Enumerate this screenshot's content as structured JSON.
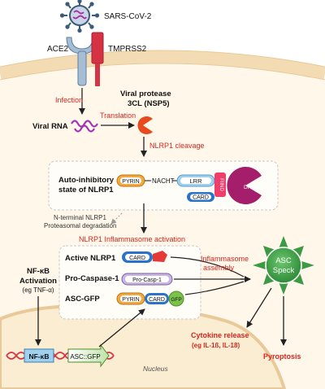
{
  "labels": {
    "virus": "SARS-CoV-2",
    "ace2": "ACE2",
    "tmprss2": "TMPRSS2",
    "infection": "Infection",
    "protease_line1": "Viral protease",
    "protease_line2": "3CL (NSP5)",
    "viral_rna": "Viral RNA",
    "translation": "Translation",
    "cleavage": "NLRP1 cleavage",
    "autoinhib_line1": "Auto-inhibitory",
    "autoinhib_line2": "state of NLRP1",
    "nterm_line1": "N-terminal NLRP1",
    "nterm_line2": "Proteasomal degradation",
    "activation": "NLRP1 Inflammasome activation",
    "nfkb_line1": "NF-κB",
    "nfkb_line2": "Activation",
    "nfkb_line3": "(eg TNF-α)",
    "active_nlrp1": "Active NLRP1",
    "pro_casp_label": "Pro-Caspase-1",
    "asc_gfp_label": "ASC-GFP",
    "inflam_line1": "Inflammasome",
    "inflam_line2": "assembly",
    "asc_speck_line1": "ASC",
    "asc_speck_line2": "Speck",
    "cytokine_line1": "Cytokine release",
    "cytokine_line2": "(eg IL-1ß, IL-18)",
    "pyroptosis": "Pyroptosis",
    "nucleus": "Nucleus",
    "nfkb_gene": "NF-κB",
    "asc_gfp_gene": "ASC::GFP"
  },
  "domains": {
    "pyrin": "PYRIN",
    "nacht": "NACHT",
    "lrr": "LRR",
    "find": "FIIND",
    "card": "CARD",
    "dpp": "DPP-8/-9",
    "pro_casp": "Pro-Casp-1",
    "gfp": "GFP"
  },
  "colors": {
    "red_text": "#d7261e",
    "membrane": "#f3dcb4",
    "cell_bg": "#fff8ea",
    "nucleus_bg": "#fbedd2",
    "pyrin": "#f6a93b",
    "lrr": "#9fd0ee",
    "find": "#ef3e6b",
    "dpp": "#a51e6b",
    "card": "#2a73c9",
    "pro_casp": "#c9b6e0",
    "gfp": "#7bc24a",
    "speck": "#3d9a44"
  }
}
